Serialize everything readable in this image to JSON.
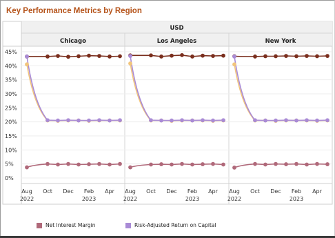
{
  "title": "Key Performance Metrics by Region",
  "currency_header": "USD",
  "chart_data": {
    "type": "line",
    "title": "Key Performance Metrics by Region",
    "column_header": "USD",
    "panels": [
      "Chicago",
      "Los Angeles",
      "New York"
    ],
    "y_ticks": [
      "45%",
      "40%",
      "35%",
      "30%",
      "25%",
      "20%",
      "15%",
      "10%",
      "5%",
      "0%"
    ],
    "ylim": [
      0,
      45
    ],
    "x_ticks": [
      {
        "label": "Aug",
        "year": "2022"
      },
      {
        "label": "Oct",
        "year": ""
      },
      {
        "label": "Dec",
        "year": ""
      },
      {
        "label": "Feb",
        "year": "2023"
      },
      {
        "label": "Apr",
        "year": ""
      }
    ],
    "x_tick_months": [
      0,
      2,
      4,
      6,
      8
    ],
    "x_months": [
      0,
      2,
      3,
      4,
      5,
      6,
      7,
      8,
      9
    ],
    "grid": true,
    "legend_position": "bottom",
    "series_by_panel": [
      {
        "panel": "Chicago",
        "series": [
          {
            "color": "#7a2e1d",
            "values": [
              43.3,
              43.3,
              43.5,
              43.2,
              43.4,
              43.6,
              43.5,
              43.3,
              43.4
            ]
          },
          {
            "color": "#f2c57c",
            "values": [
              40.5,
              20.5,
              20.4,
              20.5,
              20.5,
              20.4,
              20.5,
              20.5,
              20.5
            ]
          },
          {
            "color": "#a98bd6",
            "values": [
              43.3,
              20.6,
              20.5,
              20.6,
              20.5,
              20.5,
              20.6,
              20.5,
              20.6
            ]
          },
          {
            "color": "#b0697a",
            "values": [
              3.8,
              5.0,
              4.8,
              5.0,
              4.8,
              4.9,
              5.0,
              4.8,
              5.0
            ]
          }
        ]
      },
      {
        "panel": "Los Angeles",
        "series": [
          {
            "color": "#7a2e1d",
            "values": [
              43.7,
              43.7,
              43.3,
              43.6,
              43.8,
              43.3,
              43.6,
              43.5,
              43.6
            ]
          },
          {
            "color": "#f2c57c",
            "values": [
              40.8,
              20.5,
              20.5,
              20.4,
              20.5,
              20.5,
              20.5,
              20.4,
              20.5
            ]
          },
          {
            "color": "#a98bd6",
            "values": [
              43.5,
              20.6,
              20.5,
              20.5,
              20.6,
              20.5,
              20.6,
              20.5,
              20.6
            ]
          },
          {
            "color": "#b0697a",
            "values": [
              3.8,
              4.8,
              4.9,
              4.8,
              5.0,
              4.8,
              4.9,
              5.0,
              4.8
            ]
          }
        ]
      },
      {
        "panel": "New York",
        "series": [
          {
            "color": "#7a2e1d",
            "values": [
              43.4,
              43.3,
              43.4,
              43.4,
              43.5,
              43.4,
              43.5,
              43.4,
              43.5
            ]
          },
          {
            "color": "#f2c57c",
            "values": [
              40.5,
              20.5,
              20.5,
              20.4,
              20.5,
              20.5,
              20.5,
              20.4,
              20.5
            ]
          },
          {
            "color": "#a98bd6",
            "values": [
              43.3,
              20.6,
              20.5,
              20.5,
              20.6,
              20.5,
              20.6,
              20.5,
              20.6
            ]
          },
          {
            "color": "#b0697a",
            "values": [
              3.7,
              5.0,
              4.8,
              5.0,
              4.9,
              5.0,
              4.8,
              5.0,
              4.9
            ]
          }
        ]
      }
    ],
    "legend": [
      {
        "label": "Net Interest Margin",
        "color": "#b0697a"
      },
      {
        "label": "Risk-Adjusted Return on Capital",
        "color": "#a98bd6"
      }
    ]
  }
}
